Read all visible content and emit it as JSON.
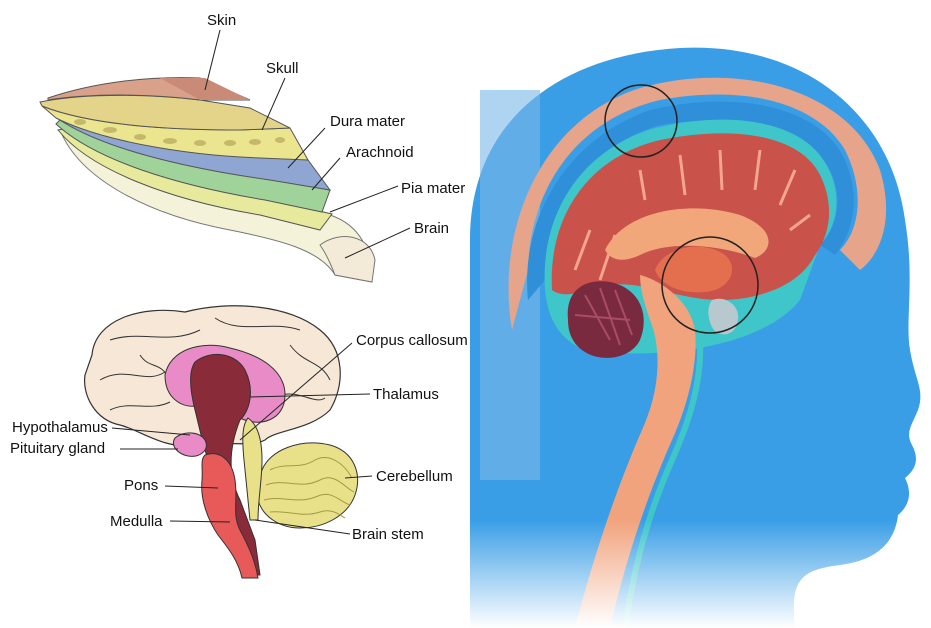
{
  "meninges_labels": {
    "skin": "Skin",
    "skull": "Skull",
    "dura": "Dura mater",
    "arachnoid": "Arachnoid",
    "pia": "Pia mater",
    "brain": "Brain"
  },
  "brain_labels": {
    "corpus": "Corpus callosum",
    "thalamus": "Thalamus",
    "hypothalamus": "Hypothalamus",
    "pituitary": "Pituitary gland",
    "pons": "Pons",
    "cerebellum": "Cerebellum",
    "medulla": "Medulla",
    "brainstem": "Brain stem"
  },
  "colors": {
    "head": "#3a9ee6",
    "skin": "#d9a08a",
    "skull": "#e8d58a",
    "dura": "#8fa6d2",
    "arachnoid": "#9fd39a",
    "pia": "#e0e89a",
    "cortex": "#c9524a",
    "cerebellum_yellow": "#e9e08a",
    "brainstem_red": "#e85a5a",
    "pink": "#e98bc7",
    "maroon": "#8a2b3a"
  }
}
